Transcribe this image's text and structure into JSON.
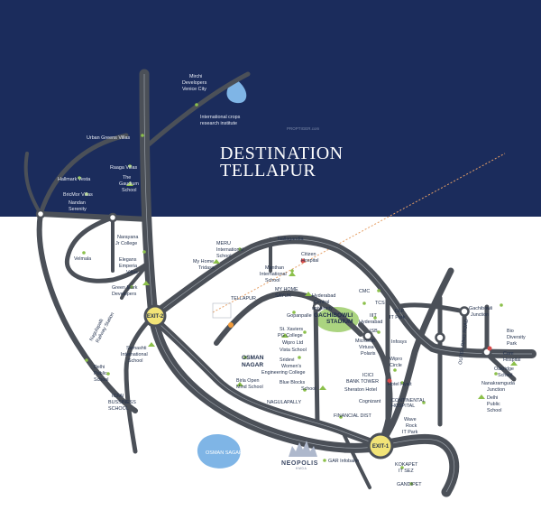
{
  "title": {
    "line1": "DESTINATION",
    "line2": "TELLAPUR"
  },
  "watermark": "PROPTIGER.com",
  "exits": {
    "exit2": "EXIT-2",
    "exit1": "EXIT-1"
  },
  "water": {
    "osman_sagar": "OSMAN SAGAR"
  },
  "neopolis": {
    "name": "NEOPOLIS",
    "sub": "HMDA"
  },
  "labels": {
    "mirchi": [
      "Mirchi",
      "Developers",
      "Venice City"
    ],
    "crops": [
      "International crops",
      "research institute"
    ],
    "urban_greens": "Urban Greens Villas",
    "rasgo": "Raaga Villas",
    "gaudium": [
      "The",
      "Gaudium",
      "School"
    ],
    "hallmark_vista": "Hallmark Vesta",
    "bricmor": "BricMor Villas",
    "nandan": [
      "Nandan",
      "Serenity"
    ],
    "narayana": [
      "Narayana",
      "Jr College"
    ],
    "elegans": [
      "Elegans",
      "Emperia",
      "Villas"
    ],
    "velmala": "Velmala",
    "green_mark": [
      "Green Mark",
      "Developers"
    ],
    "nagulapalli_rs": [
      "Nagulapalli",
      "Railway Station"
    ],
    "samashti": [
      "Samashti",
      "International",
      "School"
    ],
    "delhi_public_w": [
      "Delhi",
      "Public",
      "School"
    ],
    "icfai": [
      "ICFAI",
      "BUSSINESS",
      "SCHOOL"
    ],
    "meru": [
      "MERU",
      "International",
      "School"
    ],
    "my_home_tridasa": [
      "My Home",
      "Tridasa"
    ],
    "nallagandla": "Nallagandla",
    "citizen": [
      "Citizen",
      "Hospital"
    ],
    "manthan": [
      "Manthan",
      "International",
      "School"
    ],
    "tellapur": "TELLAPUR",
    "my_home_sayuk": [
      "MY HOME",
      "SAYUK"
    ],
    "hcu": [
      "Hyderabad",
      "Central",
      "university"
    ],
    "gopanpalle": "Gopanpalle",
    "st_xaviers": [
      "St. Xaviers",
      "PG College"
    ],
    "wipro_ltd": "Wipro Ltd",
    "vista": "Vista School",
    "osman_nagar": [
      "OSMAN",
      "NAGAR"
    ],
    "sridevi": [
      "Sridevi",
      "Women's",
      "Engineering College"
    ],
    "birla": [
      "Birla Open",
      "Mind School"
    ],
    "blue_blocks": [
      "Blue Blocks",
      "School"
    ],
    "nagulapally": "NAGULAPALLY",
    "cmc": "CMC",
    "tcs": "TCS",
    "dlf": [
      "DLF",
      "IT Park"
    ],
    "gachibowli_stadium": [
      "GACHIBOWLI",
      "STADIUM"
    ],
    "iiit": [
      "IIIT",
      "Hyderabad"
    ],
    "isb": "ISB",
    "microsoft": "Microsoft",
    "virtusa": [
      "Virtusa",
      "Polaris"
    ],
    "infosys": "Infosys",
    "wipro_circle": [
      "Wipro",
      "Circle"
    ],
    "icici": [
      "ICICI",
      "BANK TOWER"
    ],
    "sheraton": "Sheraton Hotel",
    "hotel_hyatt": "Hotel Hyatt",
    "cognizant": "Cognizant",
    "continental": [
      "CONTINENTAL",
      "HOSPITAL"
    ],
    "financial_dist": "FINANCIAL DIST",
    "wave_rock": [
      "Wave",
      "Rock",
      "IT Park"
    ],
    "gachibowli_jn": [
      "Gachibowli",
      "Junction"
    ],
    "bio_diversity": [
      "Bio",
      "Diversity",
      "Park"
    ],
    "care_hospital": [
      "Care",
      "Hospital"
    ],
    "oakridge": [
      "Oakridge",
      "School"
    ],
    "nanakramguda": [
      "Nanakramguda",
      "Junction"
    ],
    "delhi_public_e": [
      "Delhi",
      "Public",
      "School"
    ],
    "orr_label": "OUTER RING ROAD",
    "kokapet": [
      "KOKAPET",
      "IT SEZ"
    ],
    "gandipet": "GANDIPET",
    "gar": "GAR Infobahn"
  },
  "colors": {
    "sky": "#1b2c5c",
    "road": "#4b5058",
    "road_line": "#9aa0a8",
    "water": "#7fb5e6",
    "poi": "#8cc04b",
    "exit_fill": "#f2e477"
  }
}
